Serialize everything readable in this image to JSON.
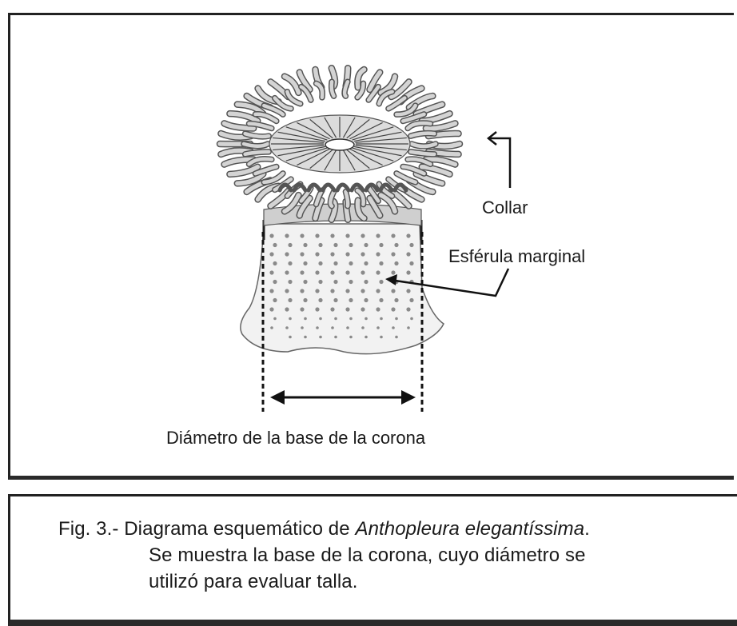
{
  "figure": {
    "labels": {
      "collar": "Collar",
      "marginal_sphere": "Esférula marginal",
      "base_diameter": "Diámetro de la base de la corona"
    }
  },
  "caption": {
    "line1_prefix": "Fig. 3.- Diagrama esquemático de ",
    "species_name": "Anthopleura elegantíssima",
    "line1_suffix": ".",
    "line2": "Se muestra la base de la corona, cuyo diámetro se",
    "line3": "utilizó para evaluar talla."
  },
  "colors": {
    "ink": "#1a1a1a",
    "tentacle_fill": "#d4d4d4",
    "tentacle_stroke": "#555555",
    "column_fill": "#f2f2f2",
    "sphere_dot": "#8a8a8a",
    "frame": "#222222"
  }
}
